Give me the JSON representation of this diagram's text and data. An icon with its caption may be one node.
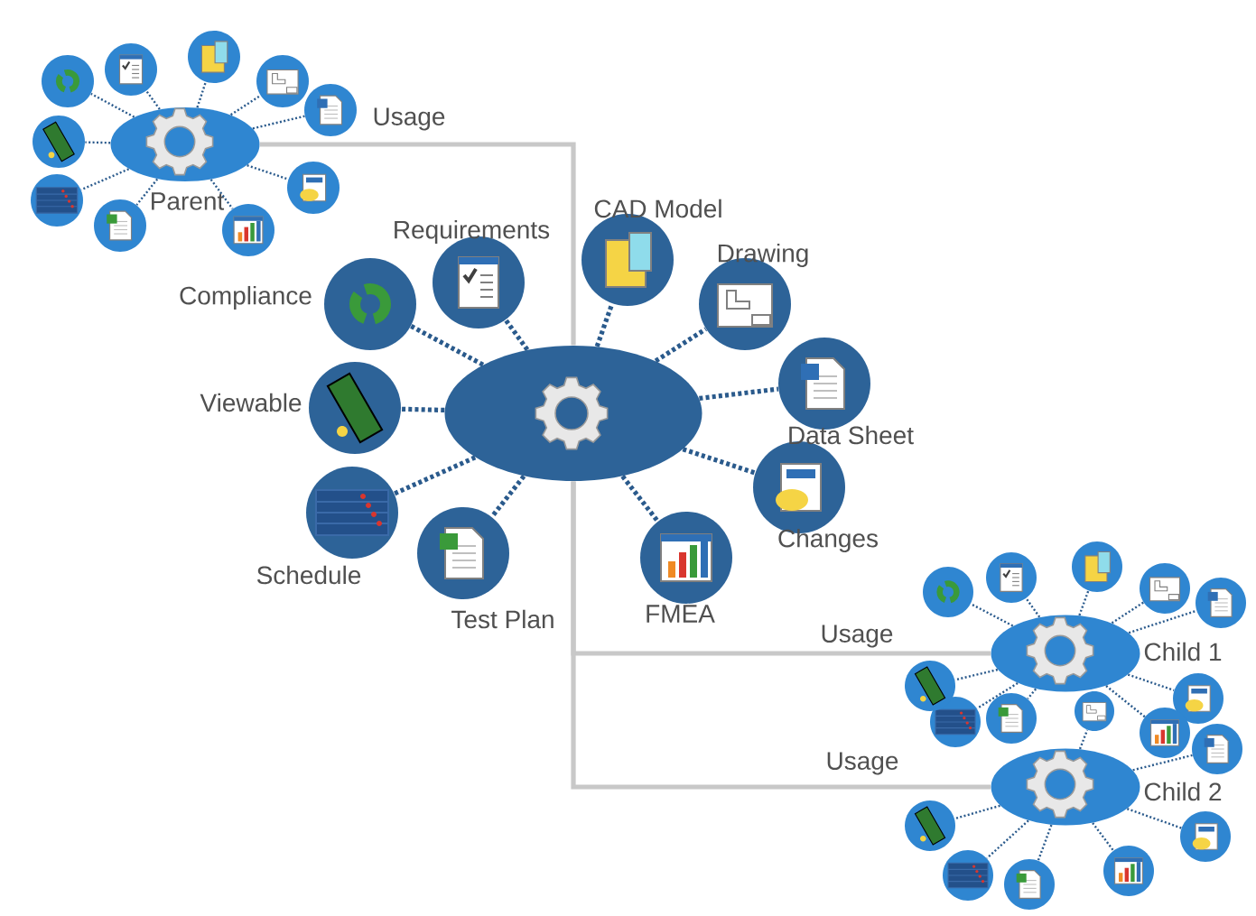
{
  "diagram": {
    "nodes": [
      {
        "text": [
          "Parent"
        ]
      },
      {
        "text": [],
        "shape": "circle"
      },
      {
        "text": [],
        "shape": "circle"
      },
      {
        "text": [],
        "shape": "circle"
      },
      {
        "text": [],
        "shape": "circle"
      },
      {
        "text": [],
        "shape": "circle"
      },
      {
        "text": [],
        "shape": "circle"
      },
      {
        "text": [],
        "shape": "circle"
      },
      {
        "text": [],
        "shape": "circle"
      },
      {
        "text": [],
        "shape": "circle"
      },
      {
        "text": [],
        "shape": "circle"
      },
      {
        "text": [],
        "shape": "ellipse"
      },
      {
        "text": [
          "Requirements"
        ]
      },
      {
        "text": [
          "Compliance"
        ]
      },
      {
        "text": [
          "Viewable"
        ]
      },
      {
        "text": [
          "Schedule"
        ]
      },
      {
        "text": [
          "Test Plan"
        ]
      },
      {
        "text": [
          "FMEA"
        ]
      },
      {
        "text": [
          "Changes"
        ]
      },
      {
        "text": [
          "Data Sheet"
        ]
      },
      {
        "text": [
          "Drawing"
        ]
      },
      {
        "text": [
          "CAD Model"
        ]
      },
      {
        "text": [
          "Child 1"
        ]
      },
      {
        "text": [],
        "shape": "circle"
      },
      {
        "text": [],
        "shape": "circle"
      },
      {
        "text": [],
        "shape": "circle"
      },
      {
        "text": [],
        "shape": "circle"
      },
      {
        "text": [],
        "shape": "circle"
      },
      {
        "text": [],
        "shape": "circle"
      },
      {
        "text": [],
        "shape": "circle"
      },
      {
        "text": [],
        "shape": "circle"
      },
      {
        "text": [],
        "shape": "circle"
      },
      {
        "text": [],
        "shape": "circle"
      },
      {
        "text": [
          "Child 2"
        ]
      },
      {
        "text": [],
        "shape": "circle"
      },
      {
        "text": [],
        "shape": "circle"
      },
      {
        "text": [],
        "shape": "circle"
      },
      {
        "text": [],
        "shape": "circle"
      },
      {
        "text": [],
        "shape": "circle"
      },
      {
        "text": [],
        "shape": "circle"
      },
      {
        "text": [],
        "shape": "circle"
      }
    ],
    "edges": [
      {
        "from": 0,
        "to": 11,
        "arrow": "none",
        "label": "Usage",
        "style": "thick",
        "color": "#c8c8c8"
      },
      {
        "from": 11,
        "to": 22,
        "arrow": "none",
        "label": "Usage",
        "style": "thick",
        "color": "#c8c8c8"
      },
      {
        "from": 11,
        "to": 33,
        "arrow": "none",
        "label": "Usage",
        "style": "thick",
        "color": "#c8c8c8"
      },
      {
        "from": 0,
        "to": 1,
        "arrow": "none",
        "style": "dashed"
      },
      {
        "from": 0,
        "to": 2,
        "arrow": "none",
        "style": "dashed"
      },
      {
        "from": 0,
        "to": 3,
        "arrow": "none",
        "style": "dashed"
      },
      {
        "from": 0,
        "to": 4,
        "arrow": "none",
        "style": "dashed"
      },
      {
        "from": 0,
        "to": 5,
        "arrow": "none",
        "style": "dashed"
      },
      {
        "from": 0,
        "to": 6,
        "arrow": "none",
        "style": "dashed"
      },
      {
        "from": 0,
        "to": 7,
        "arrow": "none",
        "style": "dashed"
      },
      {
        "from": 0,
        "to": 8,
        "arrow": "none",
        "style": "dashed"
      },
      {
        "from": 0,
        "to": 9,
        "arrow": "none",
        "style": "dashed"
      },
      {
        "from": 0,
        "to": 10,
        "arrow": "none",
        "style": "dashed"
      },
      {
        "from": 11,
        "to": 12,
        "arrow": "none",
        "style": "dashed"
      },
      {
        "from": 11,
        "to": 13,
        "arrow": "none",
        "style": "dashed"
      },
      {
        "from": 11,
        "to": 14,
        "arrow": "none",
        "style": "dashed"
      },
      {
        "from": 11,
        "to": 15,
        "arrow": "none",
        "style": "dashed"
      },
      {
        "from": 11,
        "to": 16,
        "arrow": "none",
        "style": "dashed"
      },
      {
        "from": 11,
        "to": 17,
        "arrow": "none",
        "style": "dashed"
      },
      {
        "from": 11,
        "to": 18,
        "arrow": "none",
        "style": "dashed"
      },
      {
        "from": 11,
        "to": 19,
        "arrow": "none",
        "style": "dashed"
      },
      {
        "from": 11,
        "to": 20,
        "arrow": "none",
        "style": "dashed"
      },
      {
        "from": 11,
        "to": 21,
        "arrow": "none",
        "style": "dashed"
      },
      {
        "from": 22,
        "to": 23,
        "arrow": "none",
        "style": "dashed"
      },
      {
        "from": 22,
        "to": 24,
        "arrow": "none",
        "style": "dashed"
      },
      {
        "from": 22,
        "to": 25,
        "arrow": "none",
        "style": "dashed"
      },
      {
        "from": 22,
        "to": 26,
        "arrow": "none",
        "style": "dashed"
      },
      {
        "from": 22,
        "to": 27,
        "arrow": "none",
        "style": "dashed"
      },
      {
        "from": 22,
        "to": 28,
        "arrow": "none",
        "style": "dashed"
      },
      {
        "from": 22,
        "to": 29,
        "arrow": "none",
        "style": "dashed"
      },
      {
        "from": 22,
        "to": 30,
        "arrow": "none",
        "style": "dashed"
      },
      {
        "from": 22,
        "to": 31,
        "arrow": "none",
        "style": "dashed"
      },
      {
        "from": 22,
        "to": 32,
        "arrow": "none",
        "style": "dashed"
      },
      {
        "from": 33,
        "to": 34,
        "arrow": "none",
        "style": "dashed"
      },
      {
        "from": 33,
        "to": 35,
        "arrow": "none",
        "style": "dashed"
      },
      {
        "from": 33,
        "to": 36,
        "arrow": "none",
        "style": "dashed"
      },
      {
        "from": 33,
        "to": 37,
        "arrow": "none",
        "style": "dashed"
      },
      {
        "from": 33,
        "to": 38,
        "arrow": "none",
        "style": "dashed"
      },
      {
        "from": 33,
        "to": 39,
        "arrow": "none",
        "style": "dashed"
      },
      {
        "from": 33,
        "to": 40,
        "arrow": "none",
        "style": "dashed"
      }
    ]
  }
}
